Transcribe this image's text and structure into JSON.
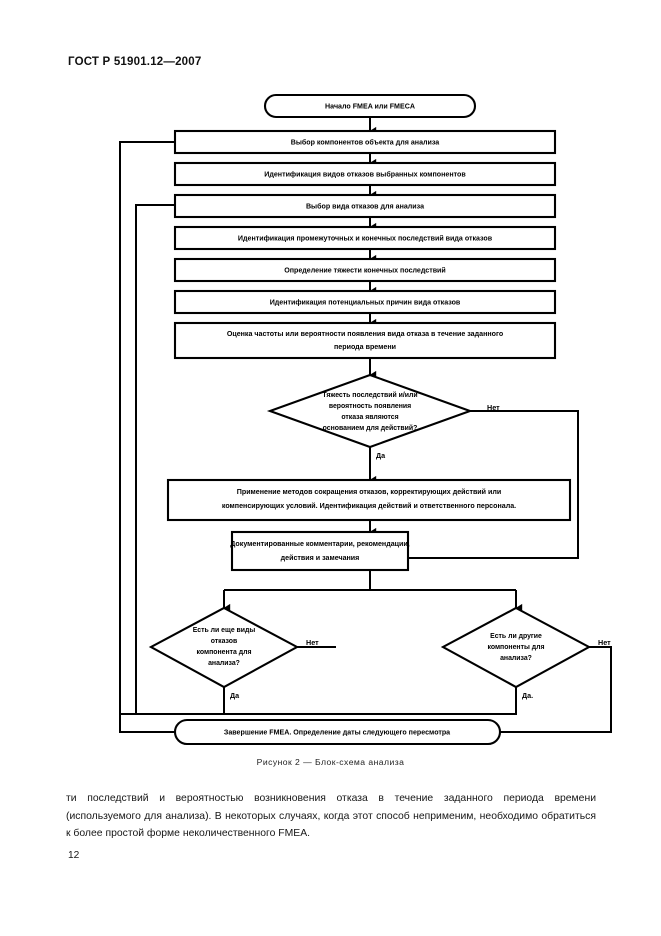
{
  "document": {
    "header": "ГОСТ Р 51901.12—2007",
    "page_number": "12",
    "figure_caption": "Рисунок 2 — Блок-схема анализа",
    "body_paragraph": "ти последствий и вероятностью возникновения отказа в течение заданного периода времени (используемого для анализа). В некоторых случаях, когда этот способ неприменим, необходимо обратиться к более простой форме неколичественного FMEA."
  },
  "flowchart": {
    "title": "Блок-схема анализа FMEA",
    "start": {
      "label": "Начало FMEA или FMECA"
    },
    "steps": [
      {
        "id": "step-1",
        "label": "Выбор компонентов объекта для анализа"
      },
      {
        "id": "step-2",
        "label": "Идентификация видов отказов выбранных компонентов"
      },
      {
        "id": "step-3",
        "label": "Выбор вида отказов для анализа"
      },
      {
        "id": "step-4",
        "label": "Идентификация промежуточных и конечных последствий вида отказов"
      },
      {
        "id": "step-5",
        "label": "Определение тяжести конечных последствий"
      },
      {
        "id": "step-6",
        "label": "Идентификация потенциальных причин вида отказов"
      }
    ],
    "step_7": {
      "line1": "Оценка частоты или вероятности появления вида отказа в течение заданного",
      "line2": "периода времени"
    },
    "decision_1": {
      "line1": "Тяжесть последствий и/или",
      "line2": "вероятность появления",
      "line3": "отказа являются",
      "line4": "основанием для действий?",
      "yes_label": "Да",
      "no_label": "Нет"
    },
    "step_8": {
      "line1": "Применение методов сокращения отказов, корректирующих действий или",
      "line2": "компенсирующих условий. Идентификация действий и ответственного персонала."
    },
    "step_9": {
      "line1": "Документированные комментарии, рекомендации,",
      "line2": "действия и замечания"
    },
    "decision_2": {
      "line1": "Есть ли еще виды",
      "line2": "отказов",
      "line3": "компонента для",
      "line4": "анализа?",
      "yes_label": "Да",
      "no_label": "Нет"
    },
    "decision_3": {
      "line1": "Есть ли другие",
      "line2": "компоненты для",
      "line3": "анализа?",
      "yes_label": "Да.",
      "no_label": "Нет"
    },
    "end": {
      "label": "Завершение FMEA. Определение даты следующего пересмотра"
    },
    "colors": {
      "stroke": "#000000",
      "fill": "#ffffff",
      "text": "#000000"
    }
  }
}
